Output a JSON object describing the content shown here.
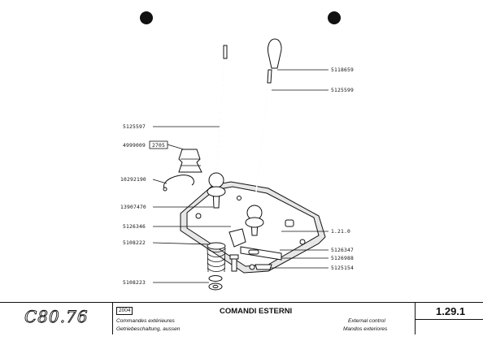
{
  "diagram": {
    "labels": {
      "p5118659": "5118659",
      "p5125599": "5125599",
      "p5125597": "5125597",
      "p4999009": "4999009",
      "p2705": "2705",
      "p10292190": "10292190",
      "p13907470": "13907470",
      "p5126346": "5126346",
      "p5108222": "5108222",
      "p121": "1.21.0",
      "p5126347": "5126347",
      "p5126988": "5126988",
      "p5125154": "5125154",
      "p5108223": "5108223"
    }
  },
  "footer": {
    "logo": "C80.76",
    "section_code": "2004",
    "title": "COMANDI ESTERNI",
    "subtitle_fr": "Commandes extérieures",
    "subtitle_de": "Getriebeschaltung, aussen",
    "subtitle_en": "External control",
    "subtitle_es": "Mandos exteriores",
    "page_number": "1.29.1"
  }
}
